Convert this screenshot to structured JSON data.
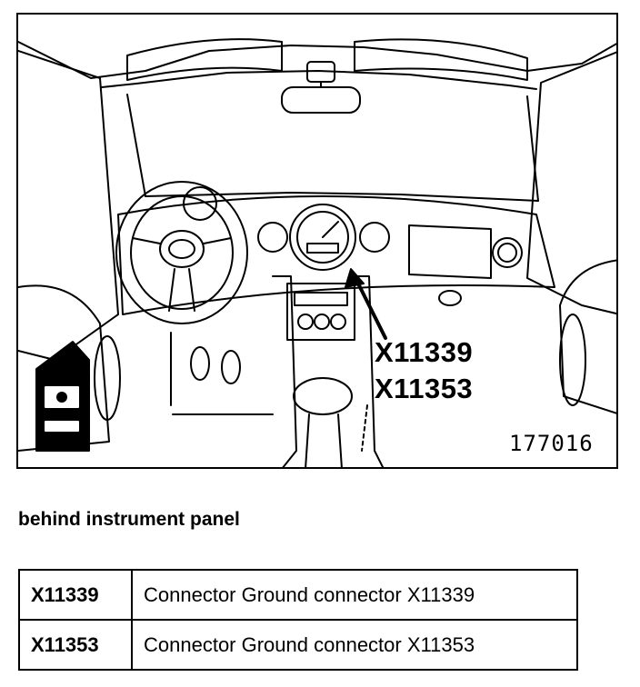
{
  "figure": {
    "callouts": [
      "X11339",
      "X11353"
    ],
    "figure_number": "177016"
  },
  "caption": "behind instrument panel",
  "table": {
    "rows": [
      {
        "id": "X11339",
        "description": "Connector Ground connector X11339"
      },
      {
        "id": "X11353",
        "description": "Connector Ground connector X11353"
      }
    ]
  }
}
